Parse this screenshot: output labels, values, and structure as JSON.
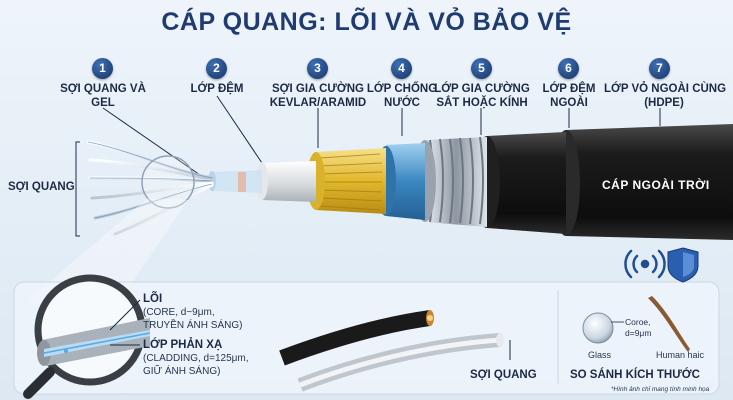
{
  "title": "CÁP QUANG: LÕI VÀ VỎ BẢO VỆ",
  "layers": [
    {
      "num": "1",
      "line1": "SỢI QUANG VÀ",
      "line2": "GEL"
    },
    {
      "num": "2",
      "line1": "LỚP ĐỆM",
      "line2": ""
    },
    {
      "num": "3",
      "line1": "SỢI GIA CƯỜNG",
      "line2": "KEVLAR/ARAMID"
    },
    {
      "num": "4",
      "line1": "LỚP CHỐNG",
      "line2": "NƯỚC"
    },
    {
      "num": "5",
      "line1": "LỚP GIA CƯỜNG",
      "line2": "SẮT HOẶC KÍNH"
    },
    {
      "num": "6",
      "line1": "LỚP ĐỆM",
      "line2": "NGOÀI"
    },
    {
      "num": "7",
      "line1": "LỚP VỎ NGOÀI CÙNG",
      "line2": "(HDPE)"
    }
  ],
  "left_label": "SỢI QUANG",
  "cable_tag": "CÁP NGOÀI TRỜI",
  "zoom": {
    "core_title": "LÕI",
    "core_desc1": "(CORE, d~9μm,",
    "core_desc2": "TRUYỀN ÁNH SÁNG)",
    "cladding_title": "LỚP PHẢN XẠ",
    "cladding_desc1": "(CLADDING, d=125μm,",
    "cladding_desc2": "GIỮ ÁNH SÁNG)"
  },
  "fiber_label": "SỢI QUANG",
  "size_compare": {
    "glass": "Glass",
    "core_line1": "Coroe,",
    "core_line2": "d=9μm",
    "hair": "Human haic",
    "title": "SO SÁNH KÍCH THƯỚC"
  },
  "footnote": "*Hình ảnh chỉ mang tính minh họa",
  "colors": {
    "title": "#1f3b70",
    "badge": "#1d4587",
    "kevlar": "#e8c43a",
    "water": "#4a93c8",
    "armor": "#b8bfc7",
    "jacket": "#1a1a1a"
  }
}
